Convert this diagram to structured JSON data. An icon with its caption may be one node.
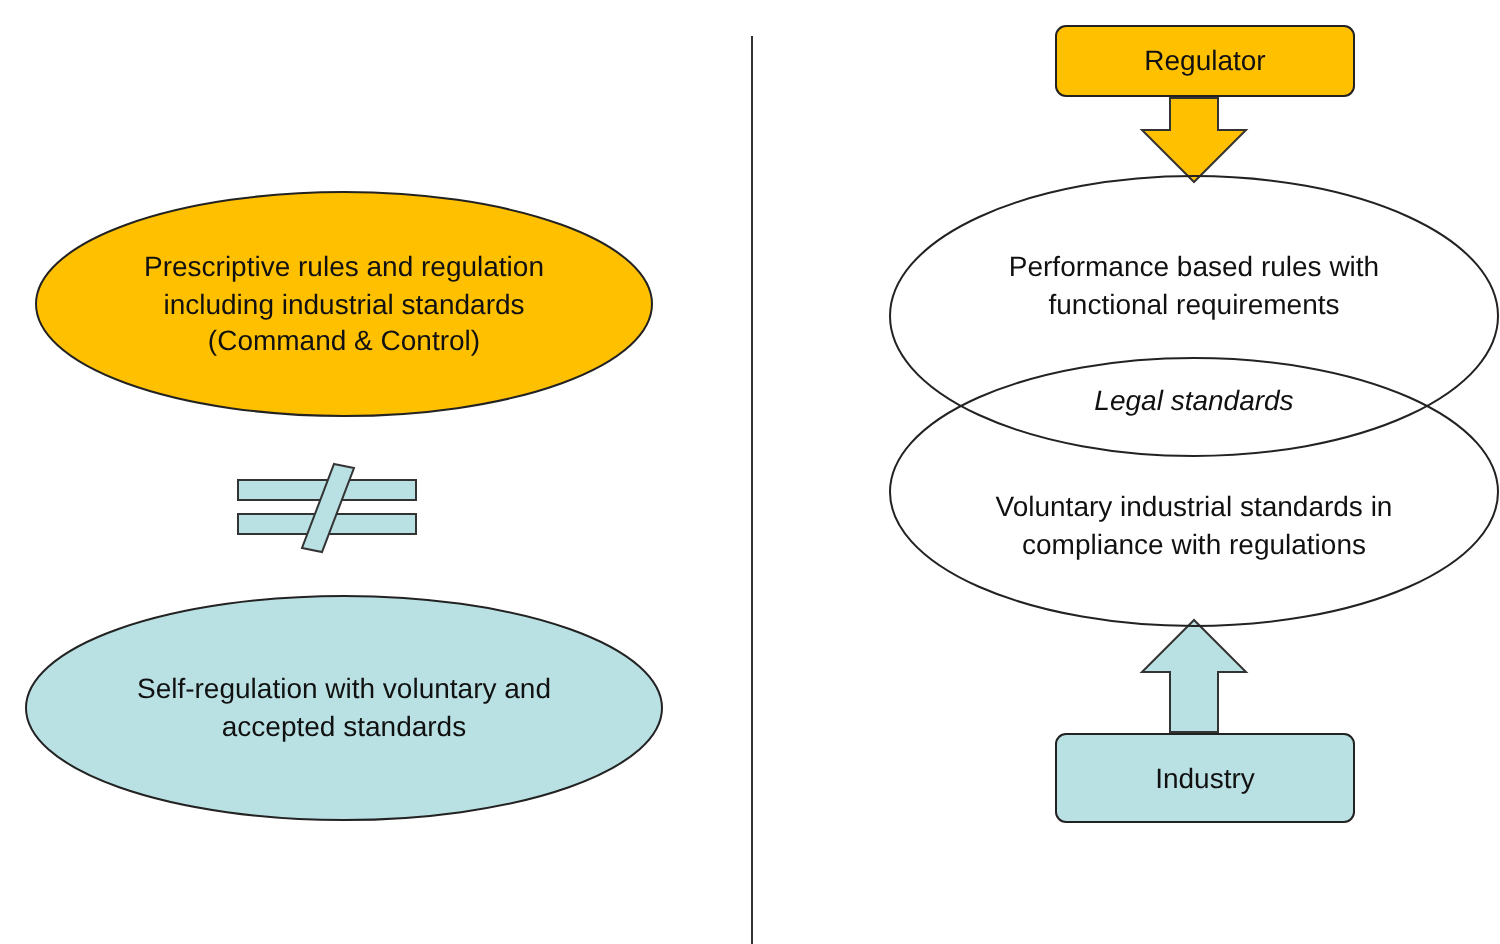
{
  "diagram": {
    "nodes": [
      {
        "text": [
          "Prescriptive rules and regulation including industrial standards (Command & Control)"
        ]
      },
      {
        "text": [
          "Self-regulation  with voluntary and accepted standards"
        ]
      },
      {
        "text": [
          "Regulator"
        ]
      },
      {
        "text": [
          "Performance based rules with functional requirements"
        ]
      },
      {
        "text": [
          "Voluntary  industrial standards in compliance with regulations"
        ]
      },
      {
        "text": [
          "Industry"
        ]
      }
    ],
    "edges": [
      {
        "from": 2,
        "to": 3,
        "arrow": "to"
      },
      {
        "from": 5,
        "to": 4,
        "arrow": "to"
      }
    ],
    "labels": [
      "Legal standards"
    ]
  }
}
